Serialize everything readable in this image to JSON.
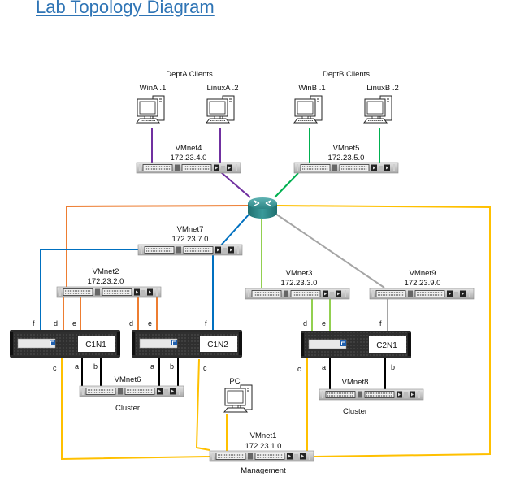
{
  "title": "Lab Topology Diagram",
  "colors": {
    "title": "#2E74B5",
    "deptA": "#7030A0",
    "deptB": "#00B050",
    "vmnet7": "#0070C0",
    "vmnet2": "#ED7D31",
    "vmnet3": "#92D050",
    "vmnet9": "#A5A5A5",
    "management": "#FFC000",
    "cluster": "#000000",
    "router": "#2E8B8B"
  },
  "groups": {
    "deptA": "DeptA Clients",
    "deptB": "DeptB Clients",
    "cluster1": "Cluster",
    "cluster2": "Cluster",
    "management": "Management"
  },
  "clients": {
    "winA": "WinA .1",
    "linuxA": "LinuxA .2",
    "winB": "WinB .1",
    "linuxB": "LinuxB .2",
    "pc": "PC"
  },
  "networks": {
    "vmnet4": {
      "name": "VMnet4",
      "subnet": "172.23.4.0"
    },
    "vmnet5": {
      "name": "VMnet5",
      "subnet": "172.23.5.0"
    },
    "vmnet7": {
      "name": "VMnet7",
      "subnet": "172.23.7.0"
    },
    "vmnet2": {
      "name": "VMnet2",
      "subnet": "172.23.2.0"
    },
    "vmnet3": {
      "name": "VMnet3",
      "subnet": "172.23.3.0"
    },
    "vmnet9": {
      "name": "VMnet9",
      "subnet": "172.23.9.0"
    },
    "vmnet6": {
      "name": "VMnet6",
      "subnet": ""
    },
    "vmnet8": {
      "name": "VMnet8",
      "subnet": ""
    },
    "vmnet1": {
      "name": "VMnet1",
      "subnet": "172.23.1.0"
    }
  },
  "nodes": {
    "c1n1": "C1N1",
    "c1n2": "C1N2",
    "c2n1": "C2N1"
  },
  "ports": {
    "a": "a",
    "b": "b",
    "c": "c",
    "d": "d",
    "e": "e",
    "f": "f"
  }
}
